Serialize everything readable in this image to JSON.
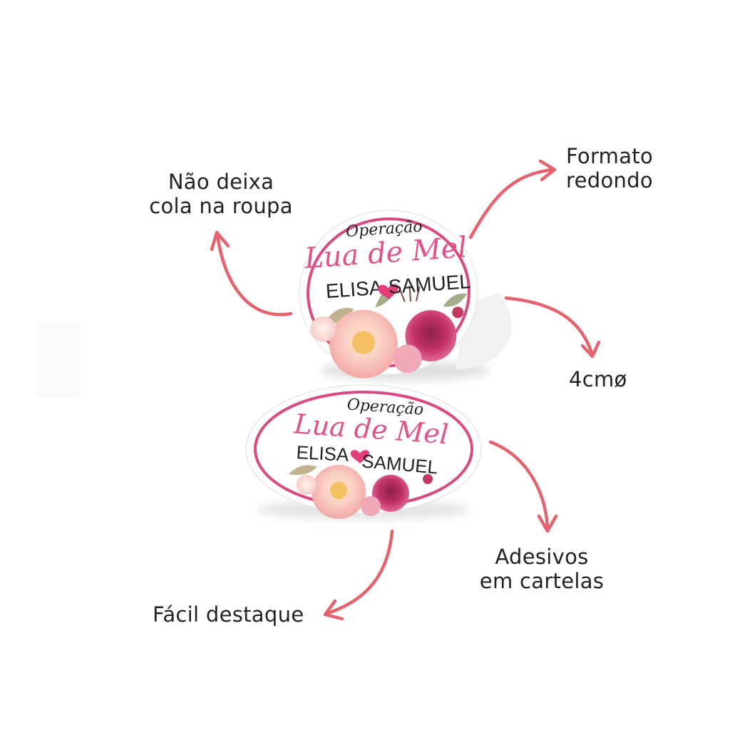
{
  "colors": {
    "arrow": "#e4636f",
    "ring": "#d94a82",
    "title_pink": "#e0528a",
    "heart": "#e33f7a",
    "text_dark": "#222222",
    "sticker_bg": "#ffffff"
  },
  "callouts": {
    "no_residue": [
      "Não deixa",
      "cola na roupa"
    ],
    "round_format": [
      "Formato",
      "redondo"
    ],
    "size": "4cmø",
    "sheets": [
      "Adesivos",
      "em cartelas"
    ],
    "easy_peel": "Fácil destaque"
  },
  "sticker": {
    "line1": "Operação",
    "line2": "Lua de Mel",
    "name1": "ELISA",
    "name2": "SAMUEL"
  }
}
